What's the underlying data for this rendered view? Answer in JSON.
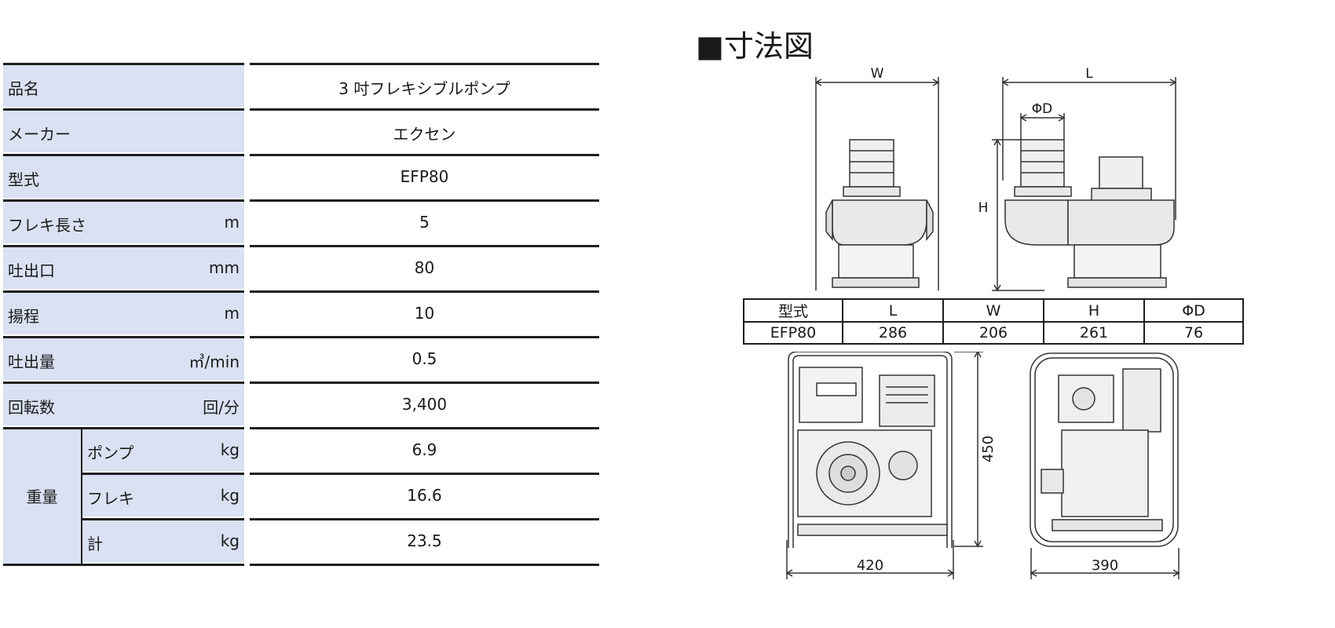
{
  "spec_table": {
    "rows": [
      {
        "label": "品名",
        "unit": "",
        "value": "3 吋フレキシブルポンプ"
      },
      {
        "label": "メーカー",
        "unit": "",
        "value": "エクセン"
      },
      {
        "label": "型式",
        "unit": "",
        "value": "EFP80"
      },
      {
        "label": "フレキ長さ",
        "unit": "m",
        "value": "5"
      },
      {
        "label": "吐出口",
        "unit": "mm",
        "value": "80"
      },
      {
        "label": "揚程",
        "unit": "m",
        "value": "10"
      },
      {
        "label": "吐出量",
        "unit": "㎥/min",
        "value": "0.5"
      },
      {
        "label": "回転数",
        "unit": "回/分",
        "value": "3,400"
      }
    ],
    "weight": {
      "group_label": "重量",
      "rows": [
        {
          "label": "ポンプ",
          "unit": "kg",
          "value": "6.9"
        },
        {
          "label": "フレキ",
          "unit": "kg",
          "value": "16.6"
        },
        {
          "label": "計",
          "unit": "kg",
          "value": "23.5"
        }
      ]
    }
  },
  "dimensions": {
    "title": "■寸法図",
    "pump_labels": {
      "w": "W",
      "l": "L",
      "h": "H",
      "d": "ΦD"
    },
    "table": {
      "headers": [
        "型式",
        "L",
        "W",
        "H",
        "ΦD"
      ],
      "row": [
        "EFP80",
        "286",
        "206",
        "261",
        "76"
      ]
    },
    "engine_labels": {
      "front_width": "420",
      "height": "450",
      "side_width": "390"
    }
  }
}
